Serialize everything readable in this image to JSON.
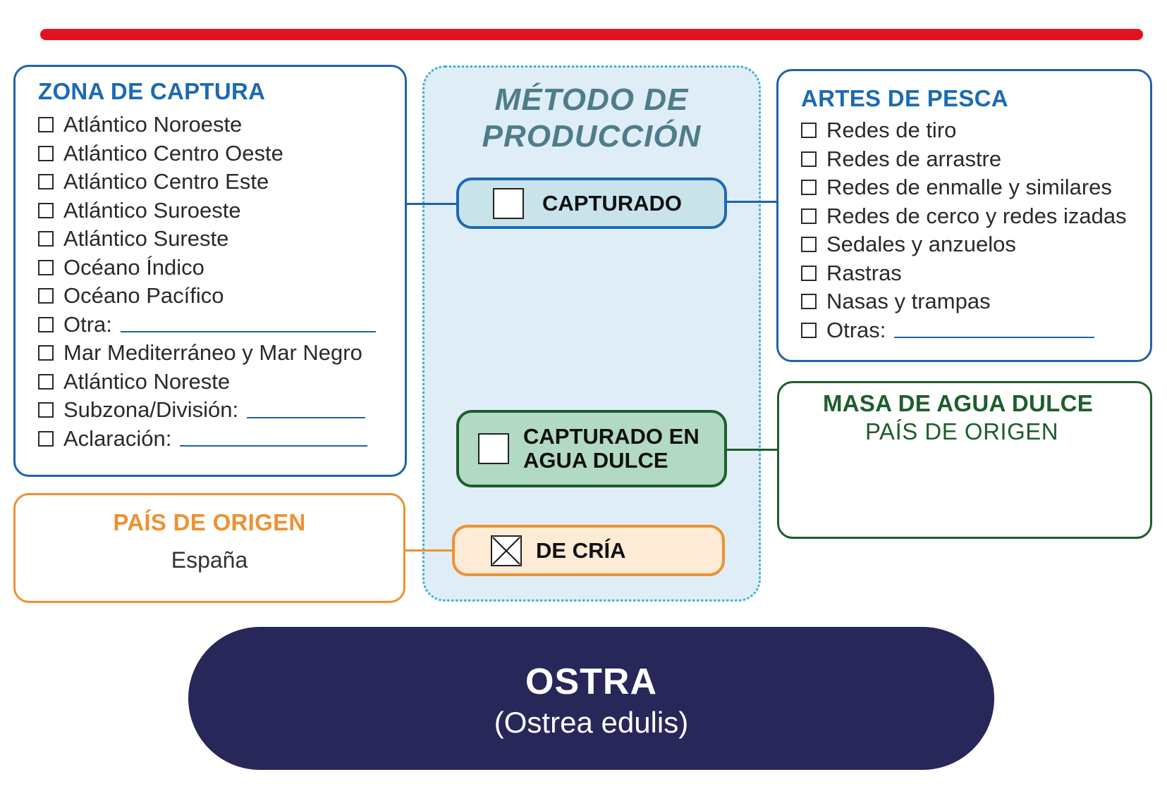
{
  "zona": {
    "title": "ZONA DE CAPTURA",
    "items": [
      "Atlántico Noroeste",
      "Atlántico Centro Oeste",
      "Atlántico Centro Este",
      "Atlántico Suroeste",
      "Atlántico Sureste",
      "Océano Índico",
      "Océano Pacífico",
      "Otra:",
      "Mar Mediterráneo y Mar Negro",
      "Atlántico Noreste",
      "Subzona/División:",
      "Aclaración:"
    ]
  },
  "pais_origen": {
    "title": "PAÍS DE ORIGEN",
    "value": "España"
  },
  "metodo": {
    "title_line1": "MÉTODO DE",
    "title_line2": "PRODUCCIÓN",
    "capturado": "CAPTURADO",
    "agua_dulce_line1": "CAPTURADO EN",
    "agua_dulce_line2": "AGUA DULCE",
    "cria": "DE CRÍA"
  },
  "artes": {
    "title": "ARTES DE PESCA",
    "items": [
      "Redes de tiro",
      "Redes de arrastre",
      "Redes de enmalle y similares",
      "Redes de cerco y redes izadas",
      "Sedales y anzuelos",
      "Rastras",
      "Nasas y trampas",
      "Otras:"
    ]
  },
  "masa": {
    "title": "MASA DE AGUA DULCE",
    "subtitle": "PAÍS DE ORIGEN"
  },
  "especie": {
    "name": "OSTRA",
    "scientific": "(Ostrea edulis)"
  },
  "colors": {
    "red": "#e2131f",
    "blue": "#1f63a7",
    "green": "#1d5e2d",
    "orange": "#ec9232",
    "navy": "#28275a"
  }
}
